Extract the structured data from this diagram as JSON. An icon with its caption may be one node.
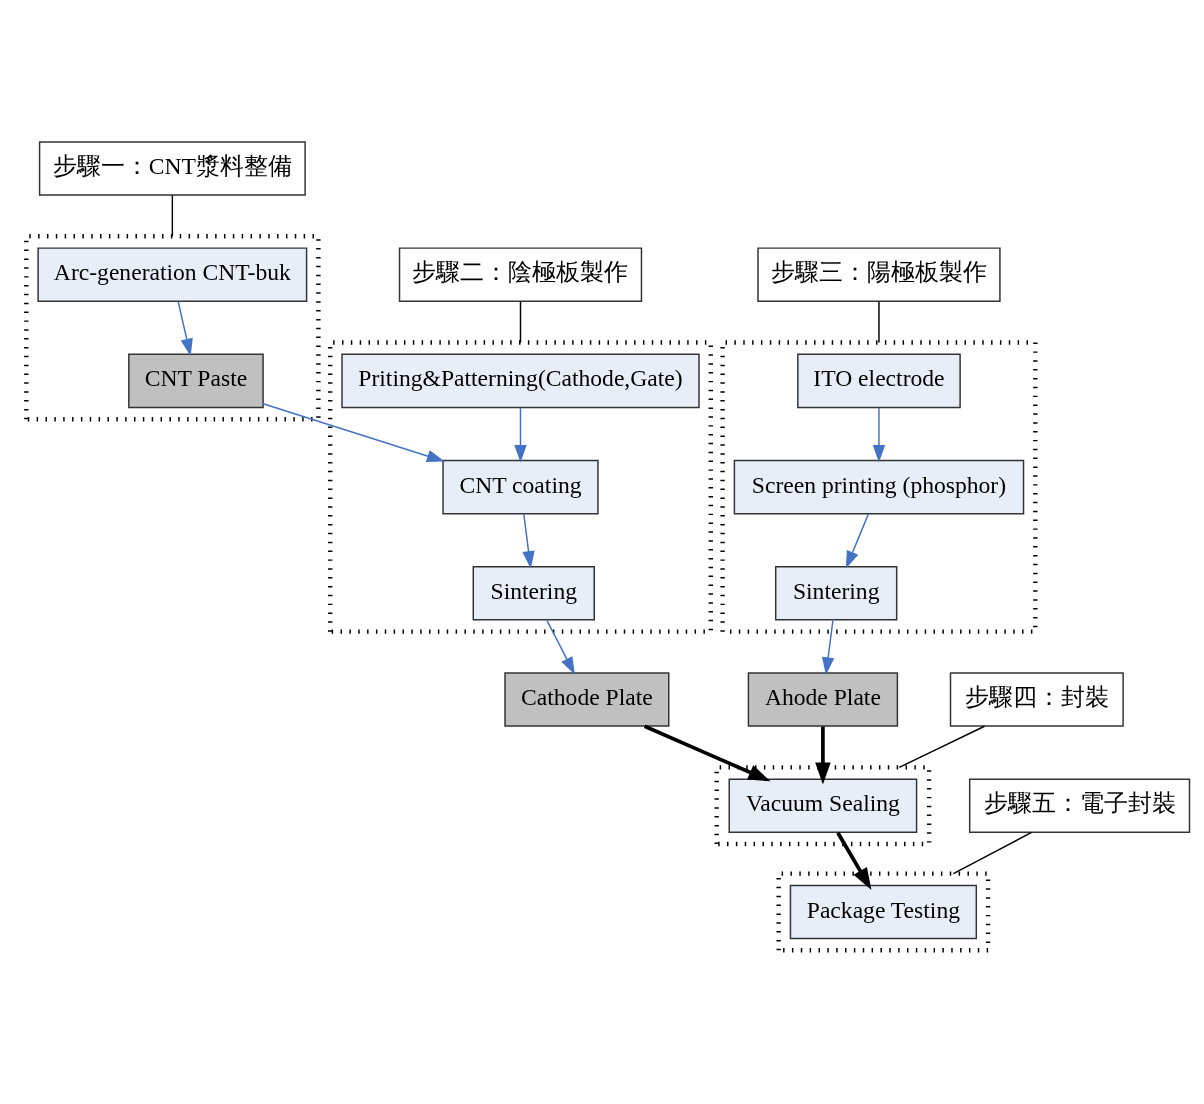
{
  "diagram": {
    "nodes": [
      {
        "text": [
          "步驟一：CNT漿料整備"
        ]
      },
      {
        "text": [],
        "shape": "box"
      },
      {
        "text": [
          "Arc-generation CNT-buk"
        ],
        "in": 1
      },
      {
        "text": [
          "CNT Paste"
        ],
        "in": 1
      },
      {
        "text": [
          "步驟二：陰極板製作"
        ]
      },
      {
        "text": [],
        "shape": "box"
      },
      {
        "text": [
          "Priting&Patterning(Cathode,Gate)"
        ],
        "in": 5
      },
      {
        "text": [
          "CNT coating"
        ],
        "in": 5
      },
      {
        "text": [
          "Sintering"
        ],
        "in": 5
      },
      {
        "text": [
          "Cathode Plate"
        ]
      },
      {
        "text": [
          "步驟三：陽極板製作"
        ]
      },
      {
        "text": [],
        "shape": "box"
      },
      {
        "text": [
          "ITO electrode"
        ],
        "in": 11
      },
      {
        "text": [
          "Screen printing (phosphor)"
        ],
        "in": 11
      },
      {
        "text": [
          "Sintering"
        ],
        "in": 11
      },
      {
        "text": [
          "Ahode Plate"
        ]
      },
      {
        "text": [
          "步驟四：封裝"
        ]
      },
      {
        "text": [],
        "shape": "box"
      },
      {
        "text": [
          "Vacuum Sealing"
        ],
        "in": 17
      },
      {
        "text": [
          "步驟五：電子封裝"
        ]
      },
      {
        "text": [],
        "shape": "box"
      },
      {
        "text": [
          "Package Testing"
        ],
        "in": 20
      }
    ],
    "edges": [
      {
        "from": 0,
        "to": 1,
        "arrow": "none"
      },
      {
        "from": 4,
        "to": 5,
        "arrow": "none"
      },
      {
        "from": 10,
        "to": 11,
        "arrow": "none"
      },
      {
        "from": 2,
        "to": 3,
        "arrow": "to",
        "color": "#4472c4"
      },
      {
        "from": 3,
        "to": 7,
        "arrow": "to",
        "color": "#4472c4"
      },
      {
        "from": 6,
        "to": 7,
        "arrow": "to",
        "color": "#4472c4"
      },
      {
        "from": 7,
        "to": 8,
        "arrow": "to",
        "color": "#4472c4"
      },
      {
        "from": 8,
        "to": 9,
        "arrow": "to",
        "color": "#4472c4"
      },
      {
        "from": 12,
        "to": 13,
        "arrow": "to",
        "color": "#4472c4"
      },
      {
        "from": 13,
        "to": 14,
        "arrow": "to",
        "color": "#4472c4"
      },
      {
        "from": 14,
        "to": 15,
        "arrow": "to",
        "color": "#4472c4"
      },
      {
        "from": 9,
        "to": 18,
        "arrow": "to",
        "style": "thick"
      },
      {
        "from": 15,
        "to": 18,
        "arrow": "to",
        "style": "thick"
      },
      {
        "from": 16,
        "to": 17,
        "arrow": "none"
      },
      {
        "from": 18,
        "to": 21,
        "arrow": "to",
        "style": "thick"
      },
      {
        "from": 19,
        "to": 20,
        "arrow": "none"
      }
    ]
  }
}
